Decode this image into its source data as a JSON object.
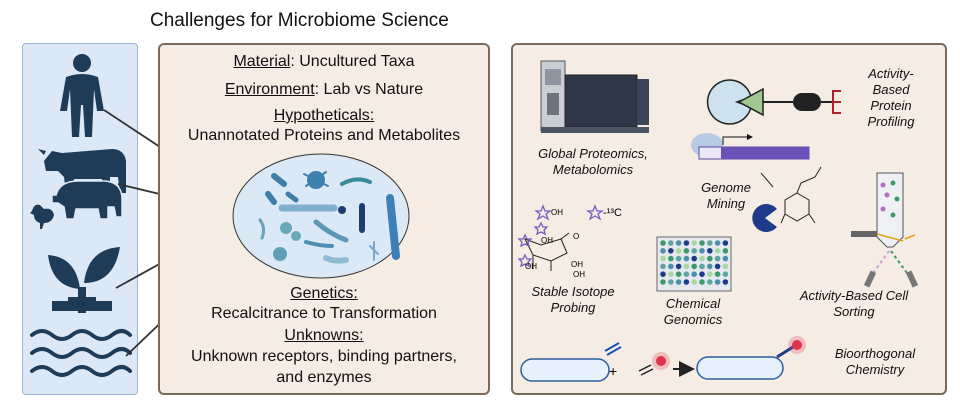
{
  "title": "Challenges for Microbiome Science",
  "challenges": {
    "material_label": "Material",
    "material_value": ": Uncultured Taxa",
    "environment_label": "Environment",
    "environment_value": ": Lab vs Nature",
    "hypotheticals_label": "Hypotheticals:",
    "hypotheticals_value": "Unannotated Proteins and Metabolites",
    "genetics_label": "Genetics:",
    "genetics_value": "Recalcitrance to Transformation",
    "unknowns_label": "Unknowns:",
    "unknowns_line1": "Unknown receptors, binding partners,",
    "unknowns_line2": "and enzymes"
  },
  "methods": {
    "global_proteomics_1": "Global Proteomics,",
    "global_proteomics_2": "Metabolomics",
    "abpp_1": "Activity-",
    "abpp_2": "Based",
    "abpp_3": "Protein",
    "abpp_4": "Profiling",
    "genome_mining_1": "Genome",
    "genome_mining_2": "Mining",
    "stable_isotope_1": "Stable Isotope",
    "stable_isotope_2": "Probing",
    "chemical_genomics_1": "Chemical",
    "chemical_genomics_2": "Genomics",
    "abcs_1": "Activity-Based Cell",
    "abcs_2": "Sorting",
    "bioorthogonal_1": "Bioorthogonal",
    "bioorthogonal_2": "Chemistry",
    "isotope_label": "-¹³C",
    "oh": "OH",
    "o": "O",
    "plus": "+"
  },
  "colors": {
    "left_panel": "#dde8f6",
    "panel_fill": "#f5ece3",
    "panel_border": "#7a6a5c",
    "cell_blue": "#4d8fb0",
    "teal": "#5fa3a3",
    "navy": "#1f3a8a",
    "purple": "#6b52b8",
    "green": "#3d9a6a",
    "red": "#e0344f"
  }
}
